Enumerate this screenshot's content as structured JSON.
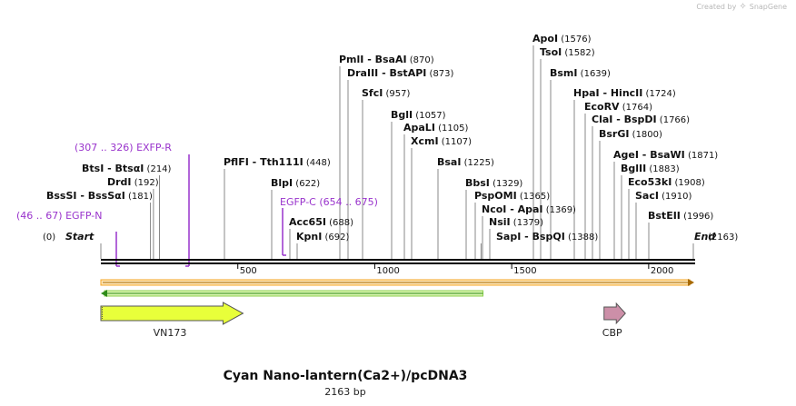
{
  "brand": {
    "created_by": "Created by",
    "product": "SnapGene",
    "icon": "snapgene-logo-icon"
  },
  "map": {
    "title": "Cyan Nano-lantern(Ca2+)/pcDNA3",
    "length_label": "2163 bp",
    "length_bp": 2163,
    "ruler_ticks": [
      "500",
      "1000",
      "1500",
      "2000"
    ],
    "colors": {
      "enzyme_text": "#111111",
      "position_text": "#111111",
      "primer": "#9933cc",
      "orf_track": "#f5a623",
      "orf_reverse": "#2e8b1a",
      "feature_vn173": "#e8ff3a",
      "feature_cbp": "#cc8fa8"
    },
    "ends": [
      {
        "name": "Start",
        "pos": "(0)",
        "bp": 0
      },
      {
        "name": "End",
        "pos": "(2163)",
        "bp": 2163
      }
    ],
    "enzymes": [
      {
        "name": "PmlI",
        "partner": "BsaAI",
        "pos": "(870)",
        "bp": 870
      },
      {
        "name": "DraIII",
        "partner": "BstAPI",
        "pos": "(873)",
        "bp": 873
      },
      {
        "name": "SfcI",
        "partner": "",
        "pos": "(957)",
        "bp": 957
      },
      {
        "name": "BglI",
        "partner": "",
        "pos": "(1057)",
        "bp": 1057
      },
      {
        "name": "ApaLI",
        "partner": "",
        "pos": "(1105)",
        "bp": 1105
      },
      {
        "name": "XcmI",
        "partner": "",
        "pos": "(1107)",
        "bp": 1107
      },
      {
        "name": "PflFI",
        "partner": "Tth111I",
        "pos": "(448)",
        "bp": 448
      },
      {
        "name": "BsaI",
        "partner": "",
        "pos": "(1225)",
        "bp": 1225
      },
      {
        "name": "BtsI",
        "partner": "BtsαI",
        "pos": "(214)",
        "bp": 214
      },
      {
        "name": "DrdI",
        "partner": "",
        "pos": "(192)",
        "bp": 192
      },
      {
        "name": "BssSI",
        "partner": "BssSαI",
        "pos": "(181)",
        "bp": 181
      },
      {
        "name": "BlpI",
        "partner": "",
        "pos": "(622)",
        "bp": 622
      },
      {
        "name": "Acc65I",
        "partner": "",
        "pos": "(688)",
        "bp": 688
      },
      {
        "name": "KpnI",
        "partner": "",
        "pos": "(692)",
        "bp": 692
      },
      {
        "name": "BbsI",
        "partner": "",
        "pos": "(1329)",
        "bp": 1329
      },
      {
        "name": "PspOMI",
        "partner": "",
        "pos": "(1365)",
        "bp": 1365
      },
      {
        "name": "NcoI",
        "partner": "ApaI",
        "pos": "(1369)",
        "bp": 1369
      },
      {
        "name": "NsiI",
        "partner": "",
        "pos": "(1379)",
        "bp": 1379
      },
      {
        "name": "SapI",
        "partner": "BspQI",
        "pos": "(1388)",
        "bp": 1388
      },
      {
        "name": "ApoI",
        "partner": "",
        "pos": "(1576)",
        "bp": 1576
      },
      {
        "name": "TsoI",
        "partner": "",
        "pos": "(1582)",
        "bp": 1582
      },
      {
        "name": "BsmI",
        "partner": "",
        "pos": "(1639)",
        "bp": 1639
      },
      {
        "name": "HpaI",
        "partner": "HincII",
        "pos": "(1724)",
        "bp": 1724
      },
      {
        "name": "EcoRV",
        "partner": "",
        "pos": "(1764)",
        "bp": 1764
      },
      {
        "name": "ClaI",
        "partner": "BspDI",
        "pos": "(1766)",
        "bp": 1766
      },
      {
        "name": "BsrGI",
        "partner": "",
        "pos": "(1800)",
        "bp": 1800
      },
      {
        "name": "AgeI",
        "partner": "BsaWI",
        "pos": "(1871)",
        "bp": 1871
      },
      {
        "name": "BglII",
        "partner": "",
        "pos": "(1883)",
        "bp": 1883
      },
      {
        "name": "Eco53kI",
        "partner": "",
        "pos": "(1908)",
        "bp": 1908
      },
      {
        "name": "SacI",
        "partner": "",
        "pos": "(1910)",
        "bp": 1910
      },
      {
        "name": "BstEII",
        "partner": "",
        "pos": "(1996)",
        "bp": 1996
      }
    ],
    "primers": [
      {
        "name": "EXFP-R",
        "range": "(307 .. 326)",
        "bp": 326,
        "dir": "reverse"
      },
      {
        "name": "EGFP-N",
        "range": "(46 .. 67)",
        "bp": 46,
        "dir": "forward"
      },
      {
        "name": "EGFP-C",
        "range": "(654 .. 675)",
        "bp": 654,
        "dir": "forward"
      }
    ],
    "features": [
      {
        "name": "VN173",
        "start": 1,
        "end": 519
      },
      {
        "name": "CBP",
        "start": 1838,
        "end": 1915
      }
    ],
    "orfs": [
      {
        "start": 1,
        "end": 2163,
        "dir": "forward"
      },
      {
        "start": 1,
        "end": 1395,
        "dir": "reverse"
      }
    ]
  }
}
